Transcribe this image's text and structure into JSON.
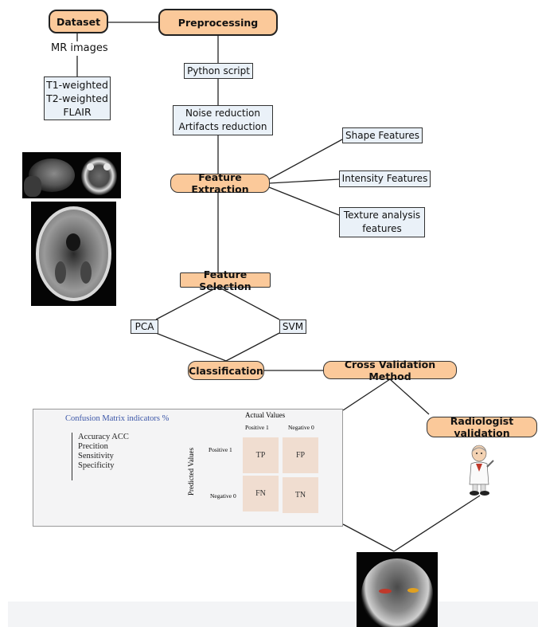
{
  "nodes": {
    "dataset": "Dataset",
    "preprocessing": "Preprocessing",
    "mr_images": "MR images",
    "modalities": [
      "T1-weighted",
      "T2-weighted",
      "FLAIR"
    ],
    "python_script": "Python script",
    "reduction": [
      "Noise reduction",
      "Artifacts reduction"
    ],
    "feature_extraction": "Feature Extraction",
    "shape_features": "Shape Features",
    "intensity_features": "Intensity Features",
    "texture_features": [
      "Texture analysis",
      "features"
    ],
    "feature_selection": "Feature Selection",
    "pca": "PCA",
    "svm": "SVM",
    "classification": "Classification",
    "cross_validation": "Cross Validation Method",
    "radiologist_validation": "Radiologist validation"
  },
  "confusion_matrix": {
    "title": "Confusion Matrix indicators %",
    "indicators": [
      "Accuracy ACC",
      "Precition",
      "Sensitivity",
      "Specificity"
    ],
    "actual_values": "Actual Values",
    "positive_col": "Positive 1",
    "negative_col": "Negative 0",
    "predicted_values": "Predicted Values",
    "positive_row": "Positive 1",
    "negative_row": "Negative 0",
    "cells": [
      "TP",
      "FP",
      "FN",
      "TN"
    ]
  },
  "colors": {
    "process_box": "#fbc99a",
    "data_box": "#eaf1f8",
    "cm_title": "#3b56a8",
    "cm_cell": "#f0ddd0"
  }
}
